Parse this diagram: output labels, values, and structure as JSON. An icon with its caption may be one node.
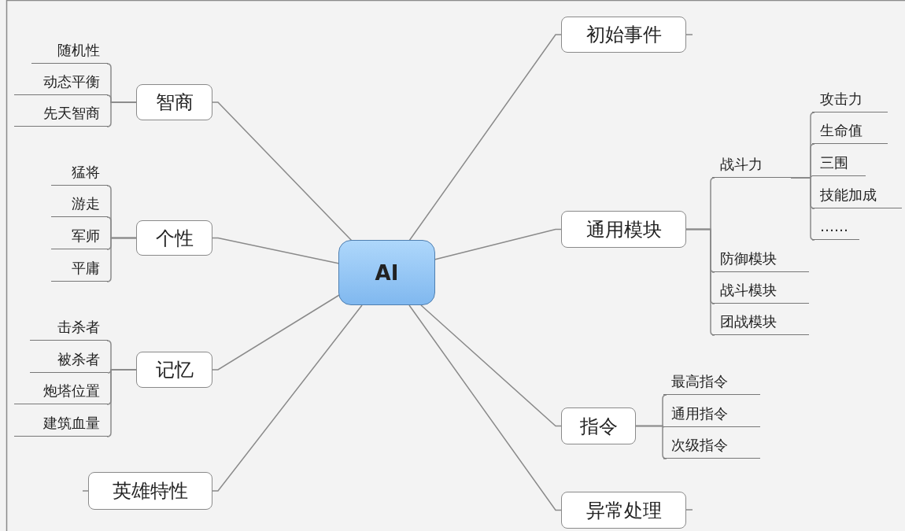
{
  "diagram": {
    "nodes": [
      {
        "text": [
          "AI"
        ]
      },
      {
        "text": [
          "智商"
        ]
      },
      {
        "text": [
          "随机性"
        ]
      },
      {
        "text": [
          "动态平衡"
        ]
      },
      {
        "text": [
          "先天智商"
        ]
      },
      {
        "text": [
          "个性"
        ]
      },
      {
        "text": [
          "猛将"
        ]
      },
      {
        "text": [
          "游走"
        ]
      },
      {
        "text": [
          "军师"
        ]
      },
      {
        "text": [
          "平庸"
        ]
      },
      {
        "text": [
          "记忆"
        ]
      },
      {
        "text": [
          "击杀者"
        ]
      },
      {
        "text": [
          "被杀者"
        ]
      },
      {
        "text": [
          "炮塔位置"
        ]
      },
      {
        "text": [
          "建筑血量"
        ]
      },
      {
        "text": [
          "英雄特性"
        ]
      },
      {
        "text": [
          "初始事件"
        ]
      },
      {
        "text": [
          "通用模块"
        ]
      },
      {
        "text": [
          "战斗力"
        ]
      },
      {
        "text": [
          "攻击力"
        ]
      },
      {
        "text": [
          "生命值"
        ]
      },
      {
        "text": [
          "三围"
        ]
      },
      {
        "text": [
          "技能加成"
        ]
      },
      {
        "text": [
          "……"
        ]
      },
      {
        "text": [
          "防御模块"
        ]
      },
      {
        "text": [
          "战斗模块"
        ]
      },
      {
        "text": [
          "团战模块"
        ]
      },
      {
        "text": [
          "指令"
        ]
      },
      {
        "text": [
          "最高指令"
        ]
      },
      {
        "text": [
          "通用指令"
        ]
      },
      {
        "text": [
          "次级指令"
        ]
      },
      {
        "text": [
          "异常处理"
        ]
      }
    ],
    "edges": [
      {
        "from": 0,
        "to": 1,
        "arrow": "none"
      },
      {
        "from": 0,
        "to": 5,
        "arrow": "none"
      },
      {
        "from": 0,
        "to": 10,
        "arrow": "none"
      },
      {
        "from": 0,
        "to": 15,
        "arrow": "none"
      },
      {
        "from": 0,
        "to": 16,
        "arrow": "none"
      },
      {
        "from": 0,
        "to": 17,
        "arrow": "none"
      },
      {
        "from": 0,
        "to": 27,
        "arrow": "none"
      },
      {
        "from": 0,
        "to": 31,
        "arrow": "none"
      },
      {
        "from": 1,
        "to": 2,
        "arrow": "none"
      },
      {
        "from": 1,
        "to": 3,
        "arrow": "none"
      },
      {
        "from": 1,
        "to": 4,
        "arrow": "none"
      },
      {
        "from": 5,
        "to": 6,
        "arrow": "none"
      },
      {
        "from": 5,
        "to": 7,
        "arrow": "none"
      },
      {
        "from": 5,
        "to": 8,
        "arrow": "none"
      },
      {
        "from": 5,
        "to": 9,
        "arrow": "none"
      },
      {
        "from": 10,
        "to": 11,
        "arrow": "none"
      },
      {
        "from": 10,
        "to": 12,
        "arrow": "none"
      },
      {
        "from": 10,
        "to": 13,
        "arrow": "none"
      },
      {
        "from": 10,
        "to": 14,
        "arrow": "none"
      },
      {
        "from": 17,
        "to": 18,
        "arrow": "none"
      },
      {
        "from": 18,
        "to": 19,
        "arrow": "none"
      },
      {
        "from": 18,
        "to": 20,
        "arrow": "none"
      },
      {
        "from": 18,
        "to": 21,
        "arrow": "none"
      },
      {
        "from": 18,
        "to": 22,
        "arrow": "none"
      },
      {
        "from": 18,
        "to": 23,
        "arrow": "none"
      },
      {
        "from": 17,
        "to": 24,
        "arrow": "none"
      },
      {
        "from": 17,
        "to": 25,
        "arrow": "none"
      },
      {
        "from": 17,
        "to": 26,
        "arrow": "none"
      },
      {
        "from": 27,
        "to": 28,
        "arrow": "none"
      },
      {
        "from": 27,
        "to": 29,
        "arrow": "none"
      },
      {
        "from": 27,
        "to": 30,
        "arrow": "none"
      }
    ]
  }
}
